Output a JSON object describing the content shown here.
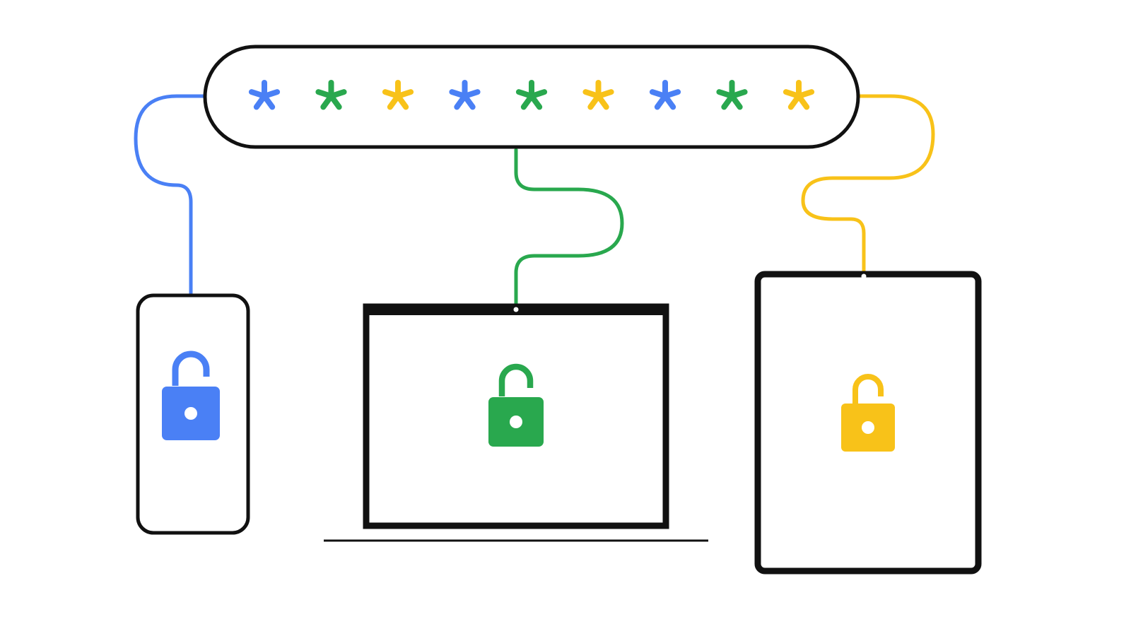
{
  "colors": {
    "blue": "#4A80F5",
    "green": "#29A84E",
    "yellow": "#F8C219",
    "outline": "#111111",
    "background": "#ffffff"
  },
  "password_field": {
    "mask_glyph": "*",
    "mask_count": 9,
    "mask_color_cycle": [
      "blue",
      "green",
      "yellow"
    ]
  },
  "devices": [
    {
      "name": "phone",
      "lock_state": "unlocked",
      "lock_icon": "unlocked-padlock-icon",
      "color": "blue"
    },
    {
      "name": "laptop",
      "lock_state": "unlocked",
      "lock_icon": "unlocked-padlock-icon",
      "color": "green"
    },
    {
      "name": "tablet",
      "lock_state": "unlocked",
      "lock_icon": "unlocked-padlock-icon",
      "color": "yellow"
    }
  ]
}
